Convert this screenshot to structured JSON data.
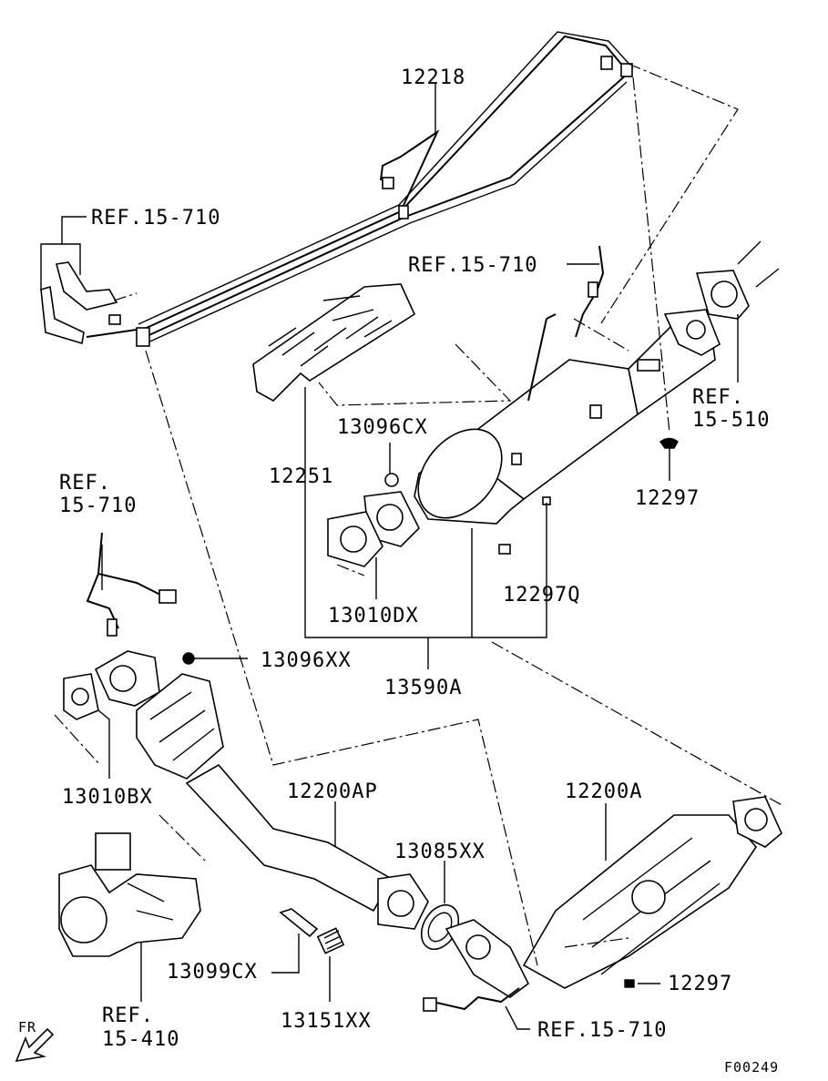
{
  "diagram": {
    "code": "F00249",
    "fr_label": "FR",
    "labels": {
      "p12218": "12218",
      "ref_left_top": "REF.15-710",
      "ref_mid_top": "REF.15-710",
      "p13096CX": "13096CX",
      "p12251": "12251",
      "ref_15_510_a": "REF.",
      "ref_15_510_b": "15-510",
      "p12297_top": "12297",
      "ref_left_mid_a": "REF.",
      "ref_left_mid_b": "15-710",
      "p12297Q": "12297Q",
      "p13010DX": "13010DX",
      "p13096XX": "13096XX",
      "p13590A": "13590A",
      "p13010BX": "13010BX",
      "p12200AP": "12200AP",
      "p12200A": "12200A",
      "p13085XX": "13085XX",
      "p13099CX": "13099CX",
      "p12297_bot": "12297",
      "ref_15_410_a": "REF.",
      "ref_15_410_b": "15-410",
      "p13151XX": "13151XX",
      "ref_bottom": "REF.15-710"
    }
  }
}
